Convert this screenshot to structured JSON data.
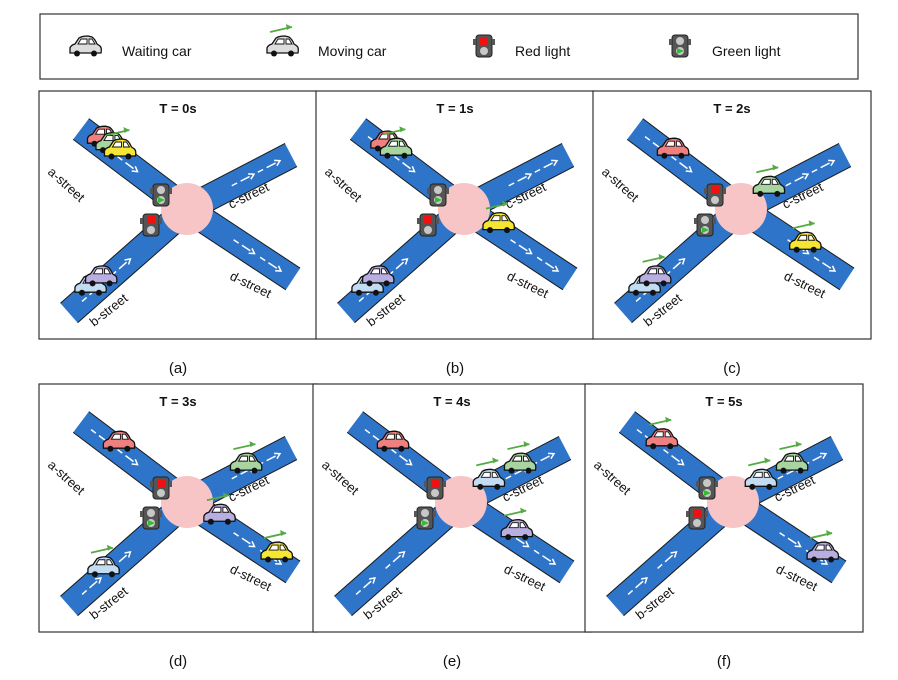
{
  "legend": {
    "waiting": "Waiting car",
    "moving": "Moving car",
    "red": "Red light",
    "green": "Green light"
  },
  "colors": {
    "road": "#2e74c8",
    "intersection": "#f7c5c5",
    "red_light": "#ee1111",
    "green_light": "#33bb33",
    "move_arrow": "#55aa44",
    "signal_body": "#555555"
  },
  "street_names": {
    "a": "a-street",
    "b": "b-street",
    "c": "c-street",
    "d": "d-street"
  },
  "car_colors": {
    "red": "#f08080",
    "green": "#a8d4a0",
    "yellow": "#f5e634",
    "purple": "#b8aee0",
    "blue": "#c4dcf2",
    "gray": "#dddddd"
  },
  "panels": [
    {
      "title": "T = 0s",
      "label": "(a)",
      "lights": {
        "a": "green",
        "b": "red"
      },
      "cars": [
        {
          "color": "red",
          "road": "a",
          "pos": 0.18,
          "moving": false
        },
        {
          "color": "green",
          "road": "a",
          "pos": 0.26,
          "moving": false
        },
        {
          "color": "yellow",
          "road": "a",
          "pos": 0.34,
          "moving": true
        },
        {
          "color": "blue",
          "road": "b",
          "pos": 0.2,
          "moving": false
        },
        {
          "color": "purple",
          "road": "b",
          "pos": 0.29,
          "moving": false
        }
      ]
    },
    {
      "title": "T = 1s",
      "label": "(b)",
      "lights": {
        "a": "green",
        "b": "red"
      },
      "cars": [
        {
          "color": "red",
          "road": "a",
          "pos": 0.24,
          "moving": false
        },
        {
          "color": "green",
          "road": "a",
          "pos": 0.33,
          "moving": true
        },
        {
          "color": "yellow",
          "road": "d",
          "pos": 0.3,
          "moving": true
        },
        {
          "color": "blue",
          "road": "b",
          "pos": 0.2,
          "moving": false
        },
        {
          "color": "purple",
          "road": "b",
          "pos": 0.29,
          "moving": false
        }
      ]
    },
    {
      "title": "T = 2s",
      "label": "(c)",
      "lights": {
        "a": "red",
        "b": "green"
      },
      "cars": [
        {
          "color": "red",
          "road": "a",
          "pos": 0.33,
          "moving": false
        },
        {
          "color": "green",
          "road": "c",
          "pos": 0.28,
          "moving": true
        },
        {
          "color": "yellow",
          "road": "d",
          "pos": 0.58,
          "moving": true
        },
        {
          "color": "blue",
          "road": "b",
          "pos": 0.2,
          "moving": false
        },
        {
          "color": "purple",
          "road": "b",
          "pos": 0.29,
          "moving": true
        }
      ]
    },
    {
      "title": "T = 3s",
      "label": "(d)",
      "lights": {
        "a": "red",
        "b": "green"
      },
      "cars": [
        {
          "color": "red",
          "road": "a",
          "pos": 0.33,
          "moving": false
        },
        {
          "color": "green",
          "road": "c",
          "pos": 0.58,
          "moving": true
        },
        {
          "color": "purple",
          "road": "d",
          "pos": 0.28,
          "moving": true
        },
        {
          "color": "yellow",
          "road": "d",
          "pos": 0.82,
          "moving": true
        },
        {
          "color": "blue",
          "road": "b",
          "pos": 0.31,
          "moving": true
        }
      ]
    },
    {
      "title": "T = 4s",
      "label": "(e)",
      "lights": {
        "a": "red",
        "b": "green"
      },
      "cars": [
        {
          "color": "red",
          "road": "a",
          "pos": 0.33,
          "moving": false
        },
        {
          "color": "blue",
          "road": "c",
          "pos": 0.28,
          "moving": true
        },
        {
          "color": "green",
          "road": "c",
          "pos": 0.58,
          "moving": true
        },
        {
          "color": "purple",
          "road": "d",
          "pos": 0.5,
          "moving": true
        }
      ]
    },
    {
      "title": "T = 5s",
      "label": "(f)",
      "lights": {
        "a": "green",
        "b": "red"
      },
      "cars": [
        {
          "color": "red",
          "road": "a",
          "pos": 0.3,
          "moving": true
        },
        {
          "color": "blue",
          "road": "c",
          "pos": 0.28,
          "moving": true
        },
        {
          "color": "green",
          "road": "c",
          "pos": 0.58,
          "moving": true
        },
        {
          "color": "purple",
          "road": "d",
          "pos": 0.82,
          "moving": true
        }
      ]
    }
  ]
}
